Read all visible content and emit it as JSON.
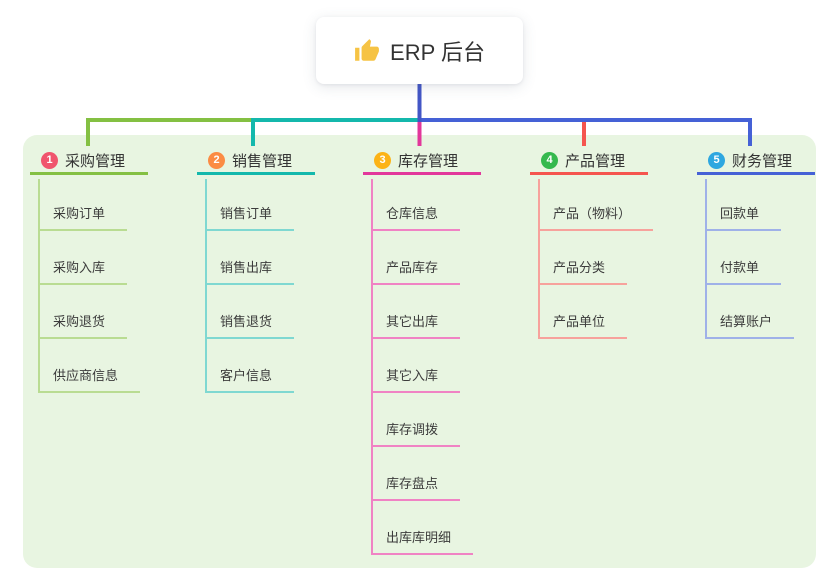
{
  "root": {
    "label": "ERP 后台",
    "icon": "thumbs-up-icon",
    "icon_color": "#f6c344"
  },
  "colors": {
    "root_connector": "#4356c6",
    "panel_background": "#e8f5e1",
    "node_text": "#333333",
    "child_text": "#3c3c3c"
  },
  "branches": [
    {
      "num": "1",
      "label": "采购管理",
      "color": "#84c043",
      "light": "#b9dc92",
      "badge": "#f0556d",
      "children": [
        "采购订单",
        "采购入库",
        "采购退货",
        "供应商信息"
      ]
    },
    {
      "num": "2",
      "label": "销售管理",
      "color": "#14b8ac",
      "light": "#7fd8d1",
      "badge": "#fb8c44",
      "children": [
        "销售订单",
        "销售出库",
        "销售退货",
        "客户信息"
      ]
    },
    {
      "num": "3",
      "label": "库存管理",
      "color": "#e2379b",
      "light": "#f083c4",
      "badge": "#fcb316",
      "children": [
        "仓库信息",
        "产品库存",
        "其它出库",
        "其它入库",
        "库存调拨",
        "库存盘点",
        "出库库明细"
      ]
    },
    {
      "num": "4",
      "label": "产品管理",
      "color": "#f5554e",
      "light": "#f7a29c",
      "badge": "#35b94e",
      "children": [
        "产品（物料）",
        "产品分类",
        "产品单位"
      ]
    },
    {
      "num": "5",
      "label": "财务管理",
      "color": "#4561d6",
      "light": "#9fb1e8",
      "badge": "#2ea7e0",
      "children": [
        "回款单",
        "付款单",
        "结算账户"
      ]
    }
  ]
}
